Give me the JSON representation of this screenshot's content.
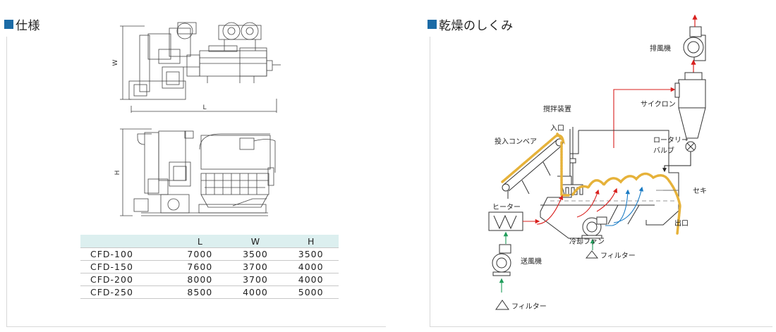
{
  "spec": {
    "title": "仕様",
    "dimension_labels": {
      "w": "W",
      "l": "L",
      "h": "H"
    },
    "table": {
      "headers": [
        "",
        "L",
        "W",
        "H"
      ],
      "rows": [
        [
          "CFD-100",
          "7000",
          "3500",
          "3500"
        ],
        [
          "CFD-150",
          "7600",
          "3700",
          "4000"
        ],
        [
          "CFD-200",
          "8000",
          "3700",
          "4000"
        ],
        [
          "CFD-250",
          "8500",
          "4000",
          "5000"
        ]
      ]
    }
  },
  "mechanism": {
    "title": "乾燥のしくみ",
    "labels": {
      "exhaust_fan": "排風機",
      "cyclone": "サイクロン",
      "agitator": "撹拌装置",
      "inlet": "入口",
      "input_conveyor": "投入コンベア",
      "rotary_valve_1": "ロータリー",
      "rotary_valve_2": "バルブ",
      "weir": "セキ",
      "heater": "ヒーター",
      "outlet": "出口",
      "cooling_fan": "冷却ファン",
      "filter_cooling": "フィルター",
      "blower": "送風機",
      "filter_blower": "フィルター"
    }
  }
}
